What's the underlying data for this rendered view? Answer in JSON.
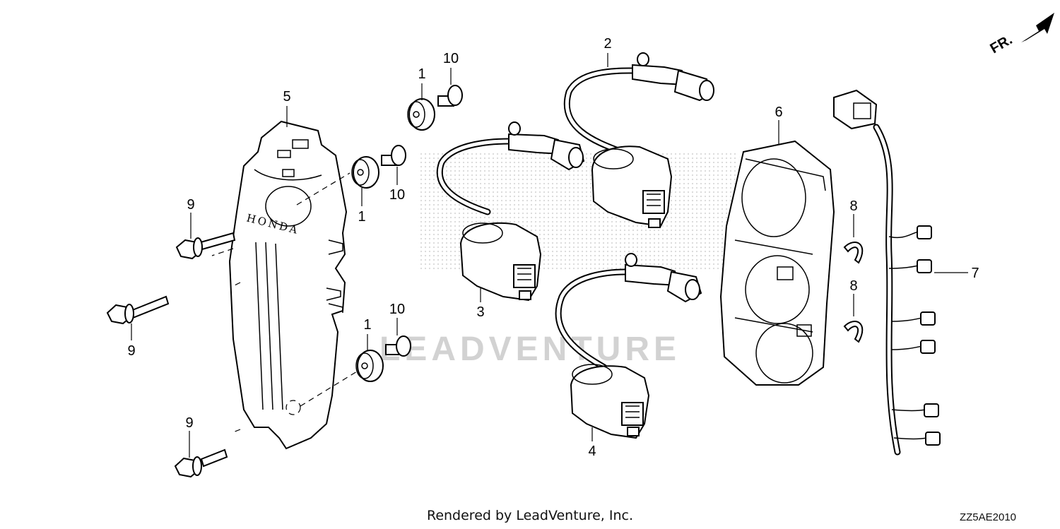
{
  "footer": {
    "rendered_by": "Rendered by LeadVenture, Inc.",
    "diagram_code": "ZZ5AE2010"
  },
  "direction_marker": {
    "label": "FR."
  },
  "cover_brand": "HONDA",
  "watermark": {
    "text": "LEADVENTURE",
    "color": "#cfcfcf"
  },
  "callouts": [
    {
      "id": "c1a",
      "text": "1"
    },
    {
      "id": "c1b",
      "text": "1"
    },
    {
      "id": "c1c",
      "text": "1"
    },
    {
      "id": "c2",
      "text": "2"
    },
    {
      "id": "c3",
      "text": "3"
    },
    {
      "id": "c4",
      "text": "4"
    },
    {
      "id": "c5",
      "text": "5"
    },
    {
      "id": "c6",
      "text": "6"
    },
    {
      "id": "c7",
      "text": "7"
    },
    {
      "id": "c8a",
      "text": "8"
    },
    {
      "id": "c8b",
      "text": "8"
    },
    {
      "id": "c9a",
      "text": "9"
    },
    {
      "id": "c9b",
      "text": "9"
    },
    {
      "id": "c9c",
      "text": "9"
    },
    {
      "id": "c10a",
      "text": "10"
    },
    {
      "id": "c10b",
      "text": "10"
    },
    {
      "id": "c10c",
      "text": "10"
    }
  ]
}
